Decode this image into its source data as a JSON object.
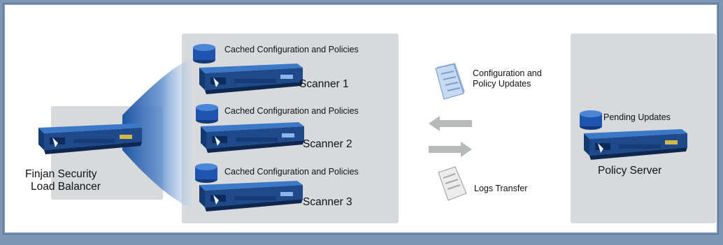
{
  "diagram": {
    "load_balancer": {
      "line1": "Finjan Security",
      "line2": "Load Balancer"
    },
    "scanners": [
      {
        "cache_label": "Cached Configuration and Policies",
        "name": "Scanner 1"
      },
      {
        "cache_label": "Cached Configuration and Policies",
        "name": "Scanner 2"
      },
      {
        "cache_label": "Cached Configuration and Policies",
        "name": "Scanner 3"
      }
    ],
    "updates": {
      "line1": "Configuration and",
      "line2": "Policy Updates"
    },
    "logs": "Logs Transfer",
    "policy_server": {
      "pending": "Pending Updates",
      "name": "Policy Server"
    },
    "colors": {
      "frame": "#7d96b4",
      "panel": "#d8d9db",
      "appliance": "#1e4a8c",
      "fan": "#2a64b4",
      "arrow": "#b8b9bb"
    }
  }
}
